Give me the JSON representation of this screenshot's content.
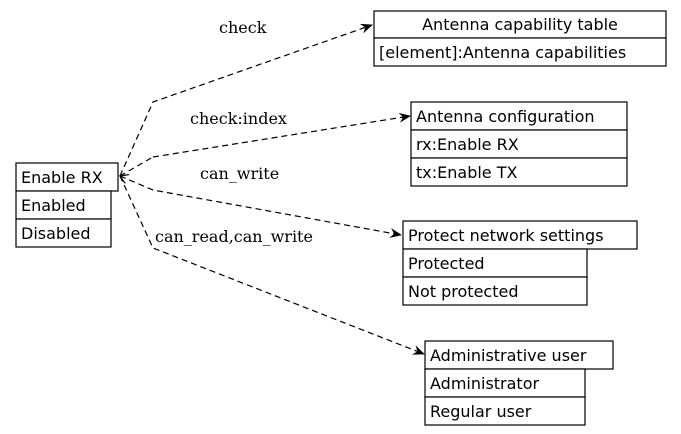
{
  "source": {
    "title": "Enable RX",
    "rows": [
      "Enabled",
      "Disabled"
    ]
  },
  "targets": [
    {
      "title": "Antenna capability table",
      "rows": [
        "[element]:Antenna capabilities"
      ],
      "edge_label": "check"
    },
    {
      "title": "Antenna configuration",
      "rows": [
        "rx:Enable RX",
        "tx:Enable TX"
      ],
      "edge_label": "check:index"
    },
    {
      "title": "Protect network settings",
      "rows": [
        "Protected",
        "Not protected"
      ],
      "edge_label": "can_write"
    },
    {
      "title": "Administrative user",
      "rows": [
        "Administrator",
        "Regular user"
      ],
      "edge_label": "can_read,can_write"
    }
  ]
}
